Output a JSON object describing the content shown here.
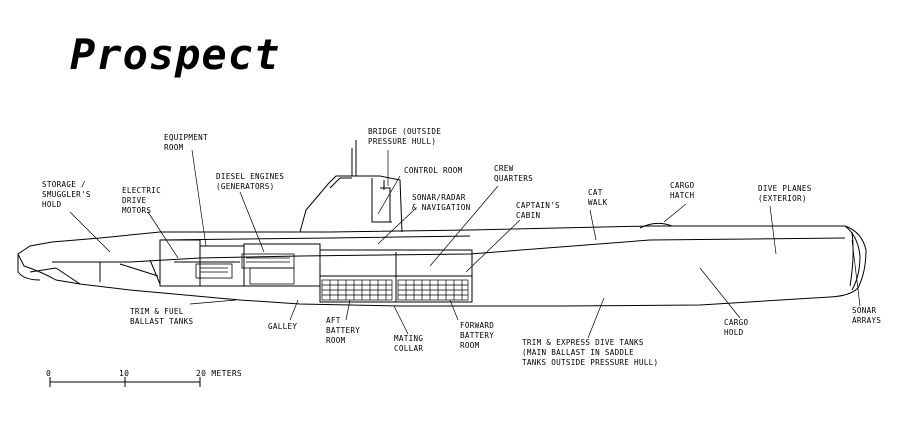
{
  "title": "Prospect",
  "labels": {
    "storage": "STORAGE /\nSMUGGLER'S\nHOLD",
    "electric_motors": "ELECTRIC\nDRIVE\nMOTORS",
    "equipment_room": "EQUIPMENT\nROOM",
    "diesel_engines": "DIESEL ENGINES\n(GENERATORS)",
    "bridge": "BRIDGE (OUTSIDE\nPRESSURE HULL)",
    "control_room": "CONTROL ROOM",
    "sonar_radar": "SONAR/RADAR\n& NAVIGATION",
    "crew_quarters": "CREW\nQUARTERS",
    "captains_cabin": "CAPTAIN'S\nCABIN",
    "cat_walk": "CAT\nWALK",
    "cargo_hatch": "CARGO\nHATCH",
    "dive_planes": "DIVE PLANES\n(EXTERIOR)",
    "trim_fuel": "TRIM & FUEL\nBALLAST TANKS",
    "galley": "GALLEY",
    "aft_battery": "AFT\nBATTERY\nROOM",
    "mating_collar": "MATING\nCOLLAR",
    "forward_battery": "FORWARD\nBATTERY\nROOM",
    "trim_express": "TRIM & EXPRESS DIVE TANKS\n(MAIN BALLAST IN SADDLE\nTANKS OUTSIDE PRESSURE HULL)",
    "cargo_hold": "CARGO\nHOLD",
    "sonar_arrays": "SONAR\nARRAYS"
  },
  "scale": {
    "tick_0": "0",
    "tick_10": "10",
    "tick_20": "20 METERS"
  }
}
